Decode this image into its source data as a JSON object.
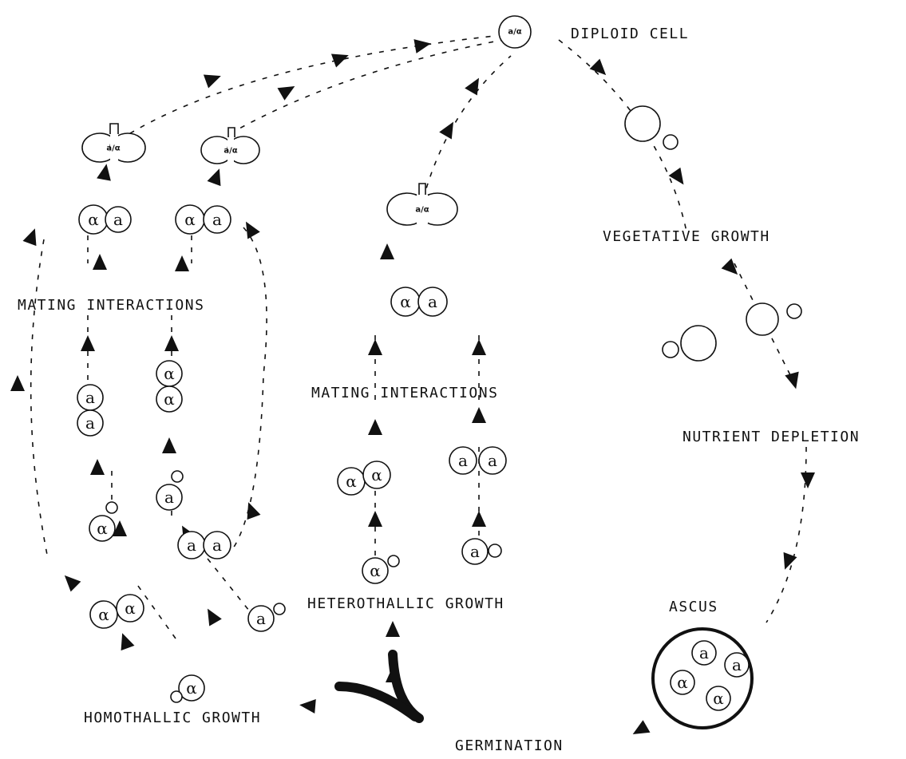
{
  "labels": {
    "diploid_cell": "DIPLOID CELL",
    "vegetative_growth": "VEGETATIVE GROWTH",
    "nutrient_depletion": "NUTRIENT DEPLETION",
    "ascus": "ASCUS",
    "germination": "GERMINATION",
    "homothallic_growth": "HOMOTHALLIC GROWTH",
    "heterothallic_growth": "HETEROTHALLIC GROWTH",
    "mating_interactions_left": "MATING INTERACTIONS",
    "mating_interactions_center": "MATING INTERACTIONS"
  },
  "glyphs": {
    "a": "a",
    "alpha": "α",
    "diploid": "a/α"
  }
}
